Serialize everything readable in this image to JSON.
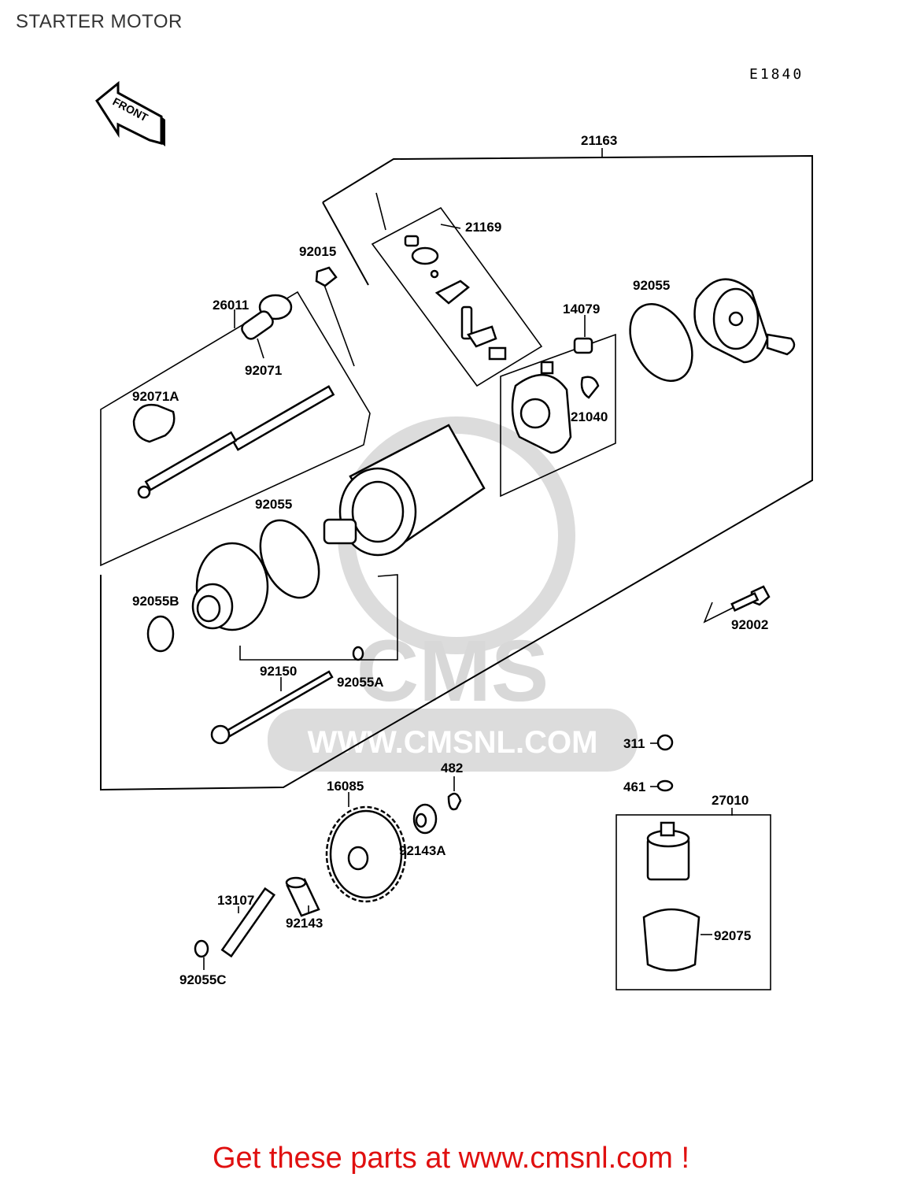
{
  "title": "STARTER MOTOR",
  "diagram_code": "E1840",
  "front_label": "FRONT",
  "watermark": {
    "brand": "CMS",
    "url": "WWW.CMSNL.COM"
  },
  "footer": "Get these parts at www.cmsnl.com !",
  "colors": {
    "footer": "#e01010",
    "ink": "#000000",
    "watermark": "#d8d8d8"
  },
  "parts": {
    "p21163": "21163",
    "p21169": "21169",
    "p92015": "92015",
    "p26011": "26011",
    "p92071": "92071",
    "p92071A": "92071A",
    "p92055_top": "92055",
    "p14079": "14079",
    "p21040": "21040",
    "p92055_mid": "92055",
    "p92055B": "92055B",
    "p92002": "92002",
    "p92150": "92150",
    "p92055A": "92055A",
    "p311": "311",
    "p461": "461",
    "p482": "482",
    "p16085": "16085",
    "p27010": "27010",
    "p92143A": "92143A",
    "p13107": "13107",
    "p92143": "92143",
    "p92075": "92075",
    "p92055C": "92055C"
  }
}
